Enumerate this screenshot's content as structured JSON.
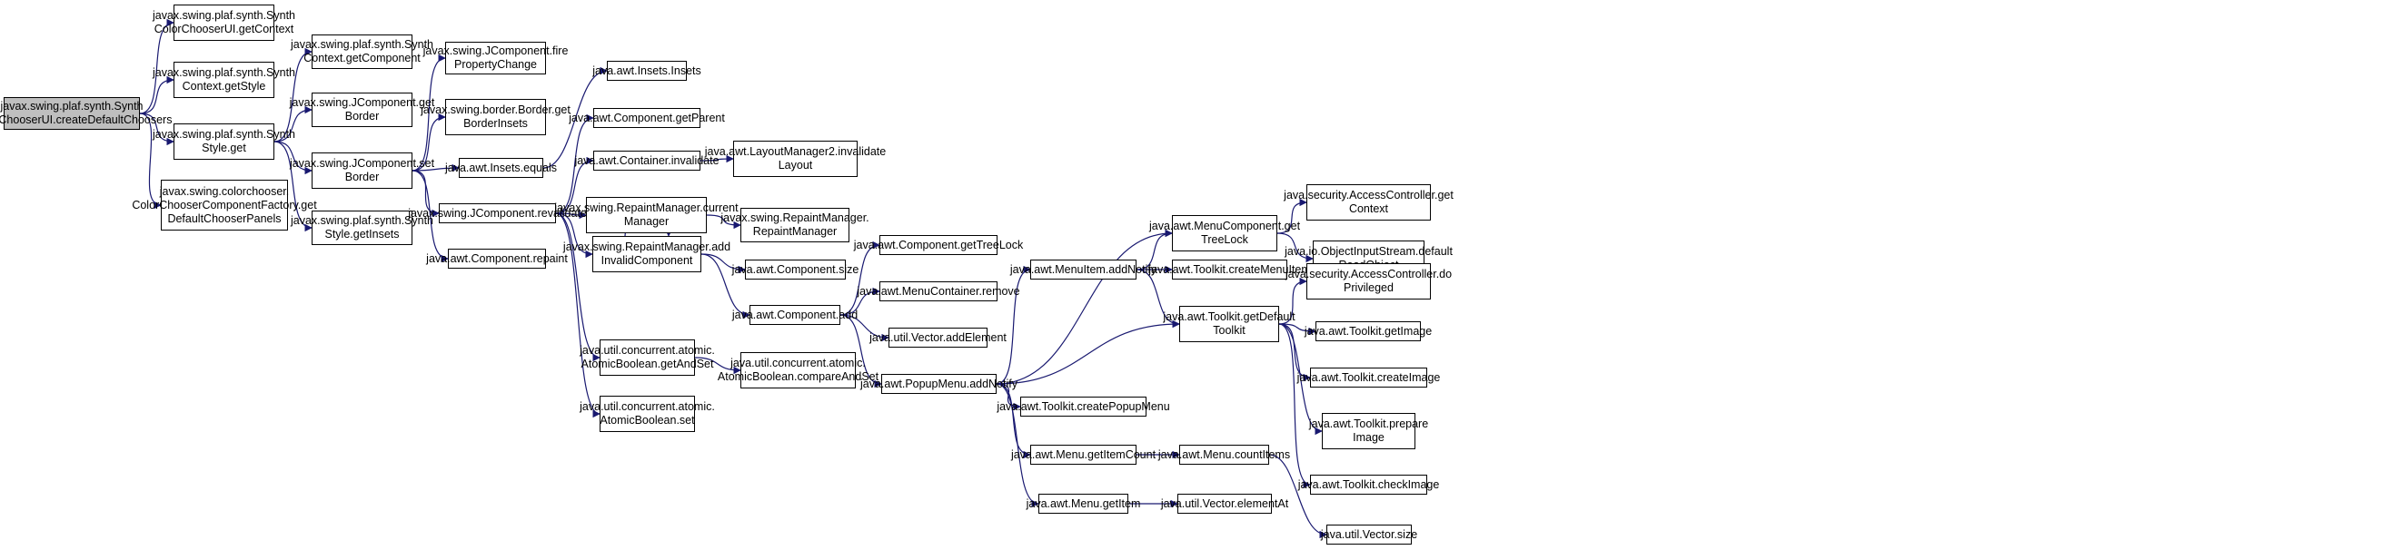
{
  "diagram": {
    "type": "call-graph",
    "nodes": [
      {
        "id": "root",
        "label": "javax.swing.plaf.synth.Synth\nColorChooserUI.createDefaultChoosers",
        "root": true
      },
      {
        "id": "getContext",
        "label": "javax.swing.plaf.synth.Synth\nColorChooserUI.getContext"
      },
      {
        "id": "ctxGetStyle",
        "label": "javax.swing.plaf.synth.Synth\nContext.getStyle"
      },
      {
        "id": "styleGet",
        "label": "javax.swing.plaf.synth.Synth\nStyle.get"
      },
      {
        "id": "getDefaultChooserPanels",
        "label": "javax.swing.colorchooser.\nColorChooserComponentFactory.get\nDefaultChooserPanels"
      },
      {
        "id": "ctxGetComponent",
        "label": "javax.swing.plaf.synth.Synth\nContext.getComponent"
      },
      {
        "id": "jcGetBorder",
        "label": "javax.swing.JComponent.get\nBorder"
      },
      {
        "id": "jcSetBorder",
        "label": "javax.swing.JComponent.set\nBorder"
      },
      {
        "id": "styleGetInsets",
        "label": "javax.swing.plaf.synth.Synth\nStyle.getInsets"
      },
      {
        "id": "firePropertyChange",
        "label": "javax.swing.JComponent.fire\nPropertyChange"
      },
      {
        "id": "borderGetInsets",
        "label": "javax.swing.border.Border.get\nBorderInsets"
      },
      {
        "id": "insetsEquals",
        "label": "java.awt.Insets.equals"
      },
      {
        "id": "revalidate",
        "label": "javax.swing.JComponent.revalidate"
      },
      {
        "id": "compRepaint",
        "label": "java.awt.Component.repaint"
      },
      {
        "id": "insetsInsets",
        "label": "java.awt.Insets.Insets"
      },
      {
        "id": "compGetParent",
        "label": "java.awt.Component.getParent"
      },
      {
        "id": "contInvalidate",
        "label": "java.awt.Container.invalidate"
      },
      {
        "id": "rmCurrentManager",
        "label": "javax.swing.RepaintManager.current\nManager"
      },
      {
        "id": "rmAddInvalid",
        "label": "javax.swing.RepaintManager.add\nInvalidComponent"
      },
      {
        "id": "abGetAndSet",
        "label": "java.util.concurrent.atomic.\nAtomicBoolean.getAndSet"
      },
      {
        "id": "abSet",
        "label": "java.util.concurrent.atomic.\nAtomicBoolean.set"
      },
      {
        "id": "lm2Invalidate",
        "label": "java.awt.LayoutManager2.invalidate\nLayout"
      },
      {
        "id": "rmRepaintManager",
        "label": "javax.swing.RepaintManager.\nRepaintManager"
      },
      {
        "id": "compSize",
        "label": "java.awt.Component.size"
      },
      {
        "id": "compAdd",
        "label": "java.awt.Component.add"
      },
      {
        "id": "abCompareAndSet",
        "label": "java.util.concurrent.atomic.\nAtomicBoolean.compareAndSet"
      },
      {
        "id": "getTreeLock",
        "label": "java.awt.Component.getTreeLock"
      },
      {
        "id": "mcRemove",
        "label": "java.awt.MenuContainer.remove"
      },
      {
        "id": "vecAddElement",
        "label": "java.util.Vector.addElement"
      },
      {
        "id": "popupAddNotify",
        "label": "java.awt.PopupMenu.addNotify"
      },
      {
        "id": "miAddNotify",
        "label": "java.awt.MenuItem.addNotify"
      },
      {
        "id": "tkCreatePopupMenu",
        "label": "java.awt.Toolkit.createPopupMenu"
      },
      {
        "id": "menuGetItemCount",
        "label": "java.awt.Menu.getItemCount"
      },
      {
        "id": "menuGetItem",
        "label": "java.awt.Menu.getItem"
      },
      {
        "id": "mcGetTreeLock",
        "label": "java.awt.MenuComponent.get\nTreeLock"
      },
      {
        "id": "tkCreateMenuItem",
        "label": "java.awt.Toolkit.createMenuItem"
      },
      {
        "id": "tkGetDefaultToolkit",
        "label": "java.awt.Toolkit.getDefault\nToolkit"
      },
      {
        "id": "menuCountItems",
        "label": "java.awt.Menu.countItems"
      },
      {
        "id": "vecElementAt",
        "label": "java.util.Vector.elementAt"
      },
      {
        "id": "acGetContext",
        "label": "java.security.AccessController.get\nContext"
      },
      {
        "id": "oisDefaultReadObject",
        "label": "java.io.ObjectInputStream.default\nReadObject"
      },
      {
        "id": "acDoPrivileged",
        "label": "java.security.AccessController.do\nPrivileged"
      },
      {
        "id": "tkGetImage",
        "label": "java.awt.Toolkit.getImage"
      },
      {
        "id": "tkCreateImage",
        "label": "java.awt.Toolkit.createImage"
      },
      {
        "id": "tkPrepareImage",
        "label": "java.awt.Toolkit.prepare\nImage"
      },
      {
        "id": "tkCheckImage",
        "label": "java.awt.Toolkit.checkImage"
      },
      {
        "id": "vecSize",
        "label": "java.util.Vector.size"
      }
    ],
    "edges": [
      [
        "root",
        "getContext"
      ],
      [
        "root",
        "ctxGetStyle"
      ],
      [
        "root",
        "styleGet"
      ],
      [
        "root",
        "getDefaultChooserPanels"
      ],
      [
        "styleGet",
        "ctxGetComponent"
      ],
      [
        "styleGet",
        "jcGetBorder"
      ],
      [
        "styleGet",
        "jcSetBorder"
      ],
      [
        "styleGet",
        "styleGetInsets"
      ],
      [
        "jcSetBorder",
        "firePropertyChange"
      ],
      [
        "jcSetBorder",
        "borderGetInsets"
      ],
      [
        "jcSetBorder",
        "insetsEquals"
      ],
      [
        "jcSetBorder",
        "revalidate"
      ],
      [
        "jcSetBorder",
        "compRepaint"
      ],
      [
        "insetsEquals",
        "insetsInsets"
      ],
      [
        "revalidate",
        "compGetParent"
      ],
      [
        "revalidate",
        "contInvalidate"
      ],
      [
        "revalidate",
        "rmCurrentManager"
      ],
      [
        "revalidate",
        "rmAddInvalid"
      ],
      [
        "revalidate",
        "abGetAndSet"
      ],
      [
        "revalidate",
        "abSet"
      ],
      [
        "contInvalidate",
        "lm2Invalidate"
      ],
      [
        "rmCurrentManager",
        "rmRepaintManager"
      ],
      [
        "rmAddInvalid",
        "rmAddInvalid"
      ],
      [
        "rmAddInvalid",
        "compSize"
      ],
      [
        "rmAddInvalid",
        "compAdd"
      ],
      [
        "abGetAndSet",
        "abCompareAndSet"
      ],
      [
        "compAdd",
        "getTreeLock"
      ],
      [
        "compAdd",
        "mcRemove"
      ],
      [
        "compAdd",
        "vecAddElement"
      ],
      [
        "compAdd",
        "popupAddNotify"
      ],
      [
        "popupAddNotify",
        "mcGetTreeLock"
      ],
      [
        "popupAddNotify",
        "miAddNotify"
      ],
      [
        "popupAddNotify",
        "tkGetDefaultToolkit"
      ],
      [
        "popupAddNotify",
        "tkCreatePopupMenu"
      ],
      [
        "popupAddNotify",
        "menuGetItemCount"
      ],
      [
        "popupAddNotify",
        "menuGetItem"
      ],
      [
        "miAddNotify",
        "mcGetTreeLock"
      ],
      [
        "miAddNotify",
        "tkCreateMenuItem"
      ],
      [
        "miAddNotify",
        "tkGetDefaultToolkit"
      ],
      [
        "menuGetItemCount",
        "menuCountItems"
      ],
      [
        "menuGetItem",
        "vecElementAt"
      ],
      [
        "mcGetTreeLock",
        "acGetContext"
      ],
      [
        "mcGetTreeLock",
        "oisDefaultReadObject"
      ],
      [
        "tkGetDefaultToolkit",
        "acDoPrivileged"
      ],
      [
        "tkGetDefaultToolkit",
        "tkGetImage"
      ],
      [
        "tkGetDefaultToolkit",
        "tkCreateImage"
      ],
      [
        "tkGetDefaultToolkit",
        "tkPrepareImage"
      ],
      [
        "tkGetDefaultToolkit",
        "tkCheckImage"
      ],
      [
        "menuCountItems",
        "vecSize"
      ]
    ],
    "colors": {
      "edge": "#191970",
      "root_fill": "#bfbfbf",
      "node_border": "#000000",
      "node_fill": "#ffffff"
    }
  }
}
